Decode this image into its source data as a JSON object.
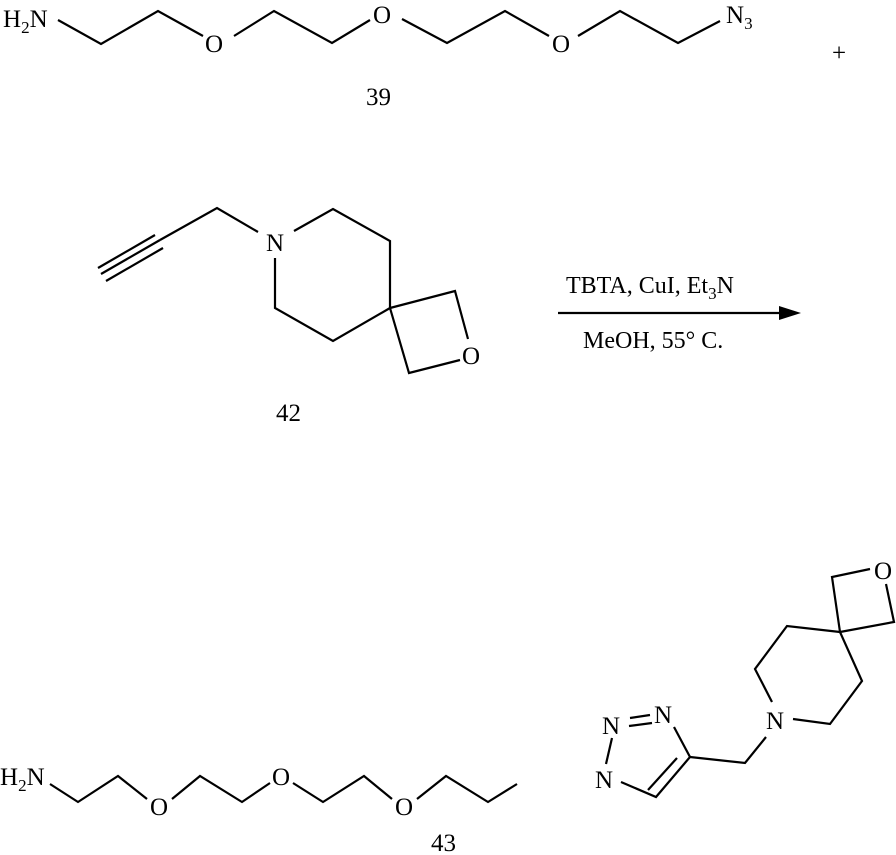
{
  "scheme": {
    "type": "chemical-reaction-scheme",
    "reactants": [
      {
        "id": "39",
        "label": "39",
        "atoms": {
          "amine": "H",
          "amine_sub": "2",
          "amine_n": "N",
          "ether_o1": "O",
          "ether_o2": "O",
          "ether_o3": "O",
          "azide": "N",
          "azide_sub": "3"
        }
      },
      {
        "id": "42",
        "label": "42",
        "atoms": {
          "piperidine_n": "N",
          "oxetane_o": "O"
        }
      }
    ],
    "plus_sign": "+",
    "arrow": {
      "reagents_above_1": "TBTA, CuI, Et",
      "reagents_above_sub": "3",
      "reagents_above_2": "N",
      "conditions_below": "MeOH, 55° C."
    },
    "product": {
      "id": "43",
      "label": "43",
      "atoms": {
        "amine": "H",
        "amine_sub": "2",
        "amine_n": "N",
        "ether_o1": "O",
        "ether_o2": "O",
        "ether_o3": "O",
        "triazole_n1": "N",
        "triazole_n2": "N",
        "triazole_n3": "N",
        "piperidine_n": "N",
        "oxetane_o": "O"
      }
    }
  }
}
